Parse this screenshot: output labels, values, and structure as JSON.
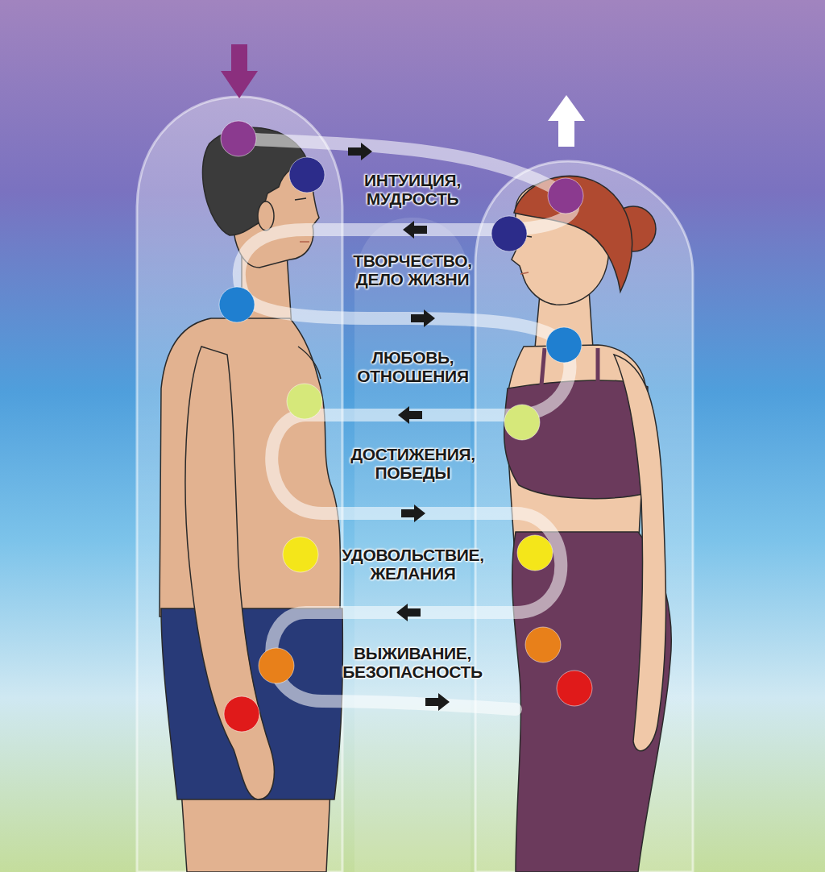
{
  "diagram": {
    "labels": [
      "ИНТУИЦИЯ, МУДРОСТЬ",
      "ТВОРЧЕСТВО, ДЕЛО ЖИЗНИ",
      "ЛЮБОВЬ, ОТНОШЕНИЯ",
      "ДОСТИЖЕНИЯ, ПОБЕДЫ",
      "УДОВОЛЬСТВИЕ, ЖЕЛАНИЯ",
      "ВЫЖИВАНИЕ, БЕЗОПАСНОСТЬ"
    ]
  }
}
